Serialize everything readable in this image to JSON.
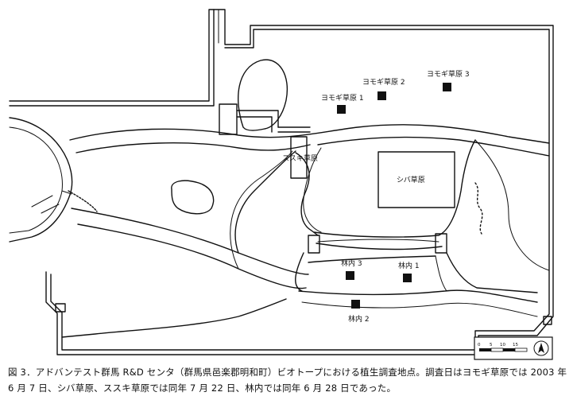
{
  "map": {
    "plots": [
      {
        "id": "yomogi1",
        "label": "ヨモギ草原 1"
      },
      {
        "id": "yomogi2",
        "label": "ヨモギ草原 2"
      },
      {
        "id": "yomogi3",
        "label": "ヨモギ草原 3"
      },
      {
        "id": "rinnai1",
        "label": "林内 1"
      },
      {
        "id": "rinnai2",
        "label": "林内 2"
      },
      {
        "id": "rinnai3",
        "label": "林内 3"
      }
    ],
    "areas": {
      "shiba": "シバ草原",
      "susuki": "ススキ草原"
    },
    "scale": {
      "ticks": [
        "0",
        "5",
        "10",
        "15"
      ],
      "north": "N"
    }
  },
  "caption": {
    "line1": "図 3．アドバンテスト群馬 R&D センタ（群馬県邑楽郡明和町）ビオトープにおける植生調査地点。調査日はヨモギ草原では 2003 年",
    "line2": "6 月 7 日、シバ草原、ススキ草原では同年 7 月 22 日、林内では同年 6 月 28 日であった。"
  },
  "colors": {
    "ink": "#111111",
    "paper": "#ffffff"
  }
}
